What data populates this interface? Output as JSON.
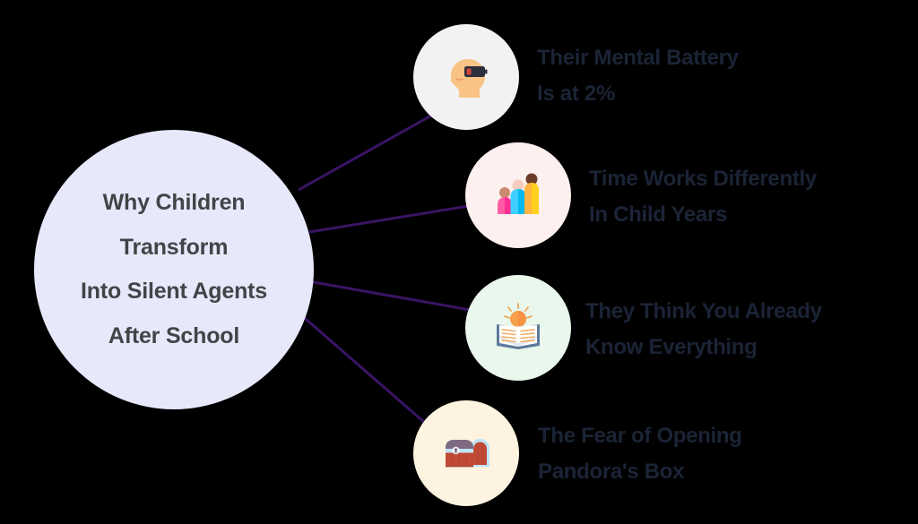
{
  "diagram": {
    "type": "hub-and-spoke mind map",
    "background_color": "#000000",
    "connector_color": "#3a1464",
    "hub": {
      "fill": "#e7e9fb",
      "text_color": "#434447",
      "lines": [
        "Why Children",
        "Transform",
        "Into Silent Agents",
        "After School"
      ]
    },
    "branches": [
      {
        "id": "mental-battery",
        "icon": "head-low-battery-icon",
        "circle_fill": "#f2f2f3",
        "text_color": "#1b2436",
        "lines": [
          "Their Mental Battery",
          "Is at 2%"
        ]
      },
      {
        "id": "child-years",
        "icon": "family-people-icon",
        "circle_fill": "#fdf0ee",
        "text_color": "#1b2436",
        "lines": [
          "Time Works Differently",
          "In Child Years"
        ]
      },
      {
        "id": "know-everything",
        "icon": "open-book-lightbulb-icon",
        "circle_fill": "#e9f7ec",
        "text_color": "#1b2436",
        "lines": [
          "They Think You Already",
          "Know Everything"
        ]
      },
      {
        "id": "pandoras-box",
        "icon": "treasure-chest-icon",
        "circle_fill": "#fdf3e0",
        "text_color": "#1b2436",
        "lines": [
          "The Fear of Opening",
          "Pandora's Box"
        ]
      }
    ]
  }
}
